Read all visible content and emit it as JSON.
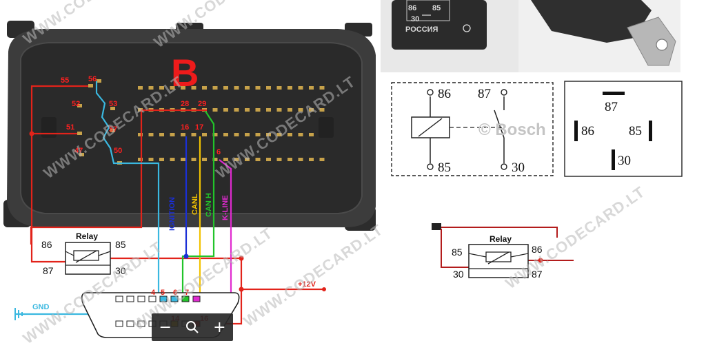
{
  "ecu": {
    "connector_letter": "B",
    "pins_left": [
      "55",
      "56",
      "52",
      "53",
      "51",
      "57",
      "47",
      "50"
    ],
    "pins_right": [
      "28",
      "29",
      "16",
      "17",
      "6"
    ]
  },
  "wire_labels": {
    "ignition": "IGNITION",
    "canl": "CANL",
    "canh": "CAN H",
    "kline": "K-LINE",
    "gnd": "GND",
    "v12": "+12V"
  },
  "relay_left": {
    "title": "Relay",
    "pins": [
      "86",
      "85",
      "87",
      "30"
    ]
  },
  "obd": {
    "top_pins": [
      "4",
      "5",
      "6",
      "7"
    ],
    "bottom_pins": [
      "14",
      "16"
    ]
  },
  "relay_photo": {
    "pin_a": "86",
    "pin_b": "85",
    "pin_c": "30",
    "text": "РОССИЯ"
  },
  "schematic": {
    "pins": [
      "86",
      "87",
      "85",
      "30"
    ],
    "watermark": "© Bosch"
  },
  "footprint": {
    "pins": [
      "87",
      "86",
      "85",
      "30"
    ]
  },
  "relay_right": {
    "title": "Relay",
    "pins": [
      "85",
      "86",
      "30",
      "87"
    ]
  },
  "watermark": "WWW.CODECARD.LT",
  "zoom_controls": {
    "zoom_out": "−",
    "zoom_in": "+"
  },
  "colors": {
    "red_wire": "#e2231a",
    "cyan_wire": "#3ab8e0",
    "blue_wire": "#1a2fd6",
    "yellow_wire": "#f2c200",
    "green_wire": "#22c42a",
    "magenta_wire": "#e02ad0",
    "ecu_body": "#3c3c3c"
  }
}
